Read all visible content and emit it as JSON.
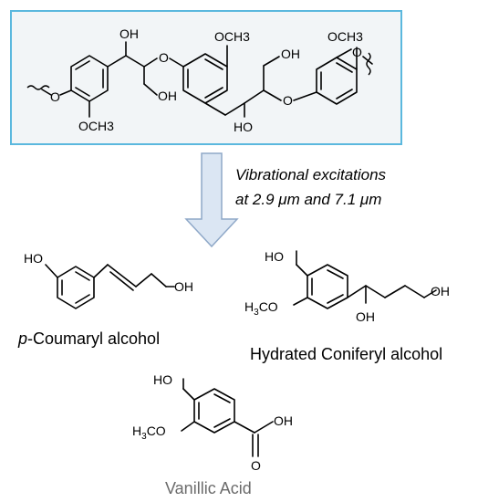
{
  "polymer": {
    "labels": {
      "oh_top_left": "OH",
      "och3_top_mid": "OCH3",
      "och3_top_right": "OCH3",
      "oh_right_chain": "OH",
      "o_link_1": "O",
      "o_link_2": "O",
      "o_end_right": "O",
      "o_end_left": "O",
      "oh_low_left": "OH",
      "och3_bottom_left": "OCH3",
      "ho_bottom_mid": "HO"
    }
  },
  "arrow_note": {
    "line1": "Vibrational excitations",
    "line2_prefix": "at 2.9 ",
    "unit1": "μm",
    "line2_mid": " and 7.1 ",
    "unit2": "μm"
  },
  "products": {
    "coumaryl": {
      "ho": "HO",
      "oh": "OH",
      "caption_italic": "p",
      "caption_rest": "-Coumaryl alcohol"
    },
    "coniferyl": {
      "ho": "HO",
      "och3_h": "H",
      "och3_3": "3",
      "och3_co": "CO",
      "oh_chain": "OH",
      "oh_low": "OH",
      "caption": "Hydrated Coniferyl alcohol"
    },
    "vanillic": {
      "ho": "HO",
      "och3_h": "H",
      "och3_3": "3",
      "och3_co": "CO",
      "oh": "OH",
      "o": "O",
      "caption": "Vanillic Acid"
    }
  },
  "colors": {
    "box_border": "#5bb8de",
    "box_fill": "#f2f5f7",
    "arrow_fill": "#dbe6f3",
    "arrow_stroke": "#8fa8c8",
    "vanillic_caption": "#6b6b6b"
  }
}
